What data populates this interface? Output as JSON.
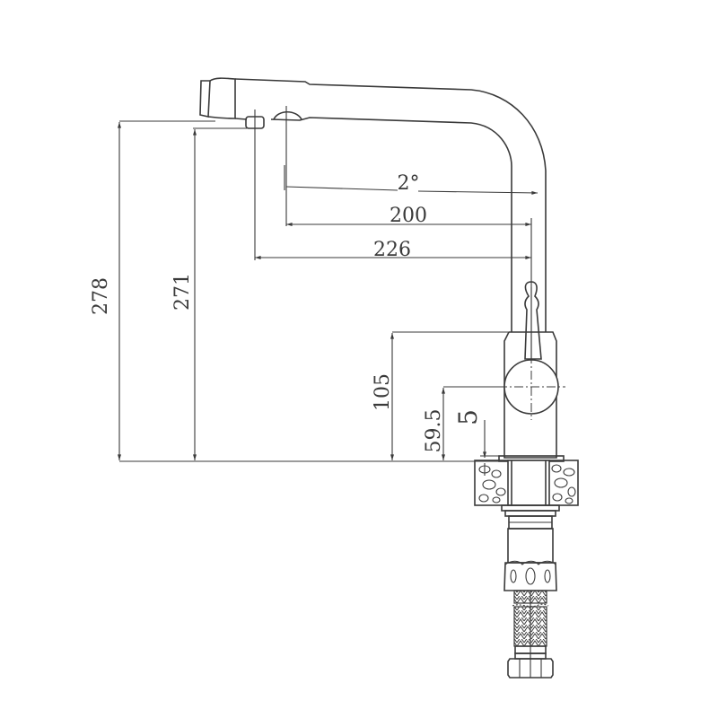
{
  "drawing": {
    "subject": "Kitchen faucet side elevation",
    "line_color": "#3a3a3a",
    "background": "#ffffff"
  },
  "dimensions": {
    "overall_height": {
      "label": "278",
      "orientation": "vertical"
    },
    "spout_outlet_height": {
      "label": "271",
      "orientation": "vertical"
    },
    "body_height": {
      "label": "105",
      "orientation": "vertical"
    },
    "lever_axis_height": {
      "label": "59.5",
      "orientation": "vertical"
    },
    "deck_gap": {
      "label": "5",
      "orientation": "vertical"
    },
    "spout_angle": {
      "label": "2°",
      "orientation": "horizontal"
    },
    "spout_reach_inner": {
      "label": "200",
      "orientation": "horizontal"
    },
    "spout_reach_outer": {
      "label": "226",
      "orientation": "horizontal"
    }
  },
  "parts": [
    {
      "name": "spout",
      "label": ""
    },
    {
      "name": "lever-handle",
      "label": ""
    },
    {
      "name": "cartridge-body",
      "label": ""
    },
    {
      "name": "countertop-section",
      "label": ""
    },
    {
      "name": "mounting-shank",
      "label": ""
    },
    {
      "name": "braided-hose",
      "label": ""
    },
    {
      "name": "hose-nut",
      "label": ""
    }
  ]
}
